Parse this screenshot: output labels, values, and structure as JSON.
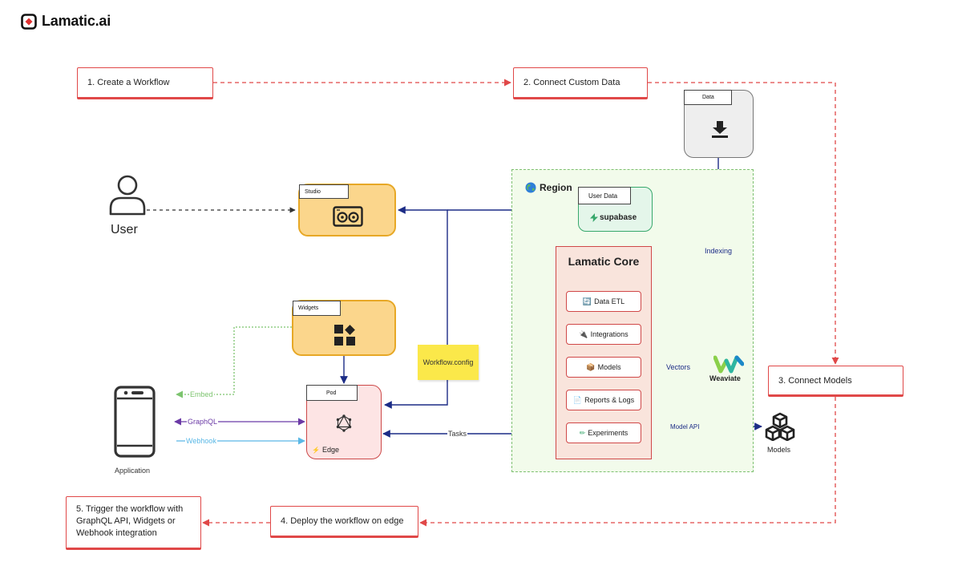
{
  "brand": {
    "name": "Lamatic.ai"
  },
  "steps": {
    "s1": "1. Create a Workflow",
    "s2": "2. Connect Custom Data",
    "s3": "3. Connect Models",
    "s4": "4. Deploy the workflow on edge",
    "s5": [
      "5. Trigger the workflow with",
      "GraphQL API, Widgets or",
      "Webhook integration"
    ]
  },
  "actors": {
    "user": "User",
    "application": "Application"
  },
  "nodes": {
    "studio": "Studio",
    "widgets": "Widgets",
    "pod": "Pod",
    "edge": "Edge",
    "data": "Data",
    "region": "Region",
    "user_data": "User Data",
    "supabase": "supabase",
    "workflow_config": "Workflow.config",
    "weaviate": "Weaviate",
    "models": "Models"
  },
  "core": {
    "title": "Lamatic Core",
    "items": [
      "Data ETL",
      "Integrations",
      "Models",
      "Reports & Logs",
      "Experiments"
    ]
  },
  "connectors": {
    "embed": "Embed",
    "graphql": "GraphQL",
    "webhook": "Webhook",
    "tasks": "Tasks",
    "indexing": "Indexing",
    "vectors": "Vectors",
    "model_api": "Model API"
  },
  "colors": {
    "step_border": "#e04848",
    "navy": "#1c2c86",
    "embed": "#7cc46e",
    "graphql": "#6b3aa6",
    "webhook": "#5ab8e6",
    "yellow_card": "#fbd68c",
    "region_fill": "#f2fbeb",
    "supabase": "#38a86c",
    "core_fill": "#f9e4dc",
    "sticky_note": "#fbe84a"
  },
  "icons": [
    "lamatic-logo-icon",
    "user-icon",
    "phone-icon",
    "studio-icon",
    "widgets-icon",
    "graphql-icon",
    "download-icon",
    "globe-icon",
    "supabase-bolt-icon",
    "weaviate-logo-icon",
    "models-cubes-icon"
  ]
}
